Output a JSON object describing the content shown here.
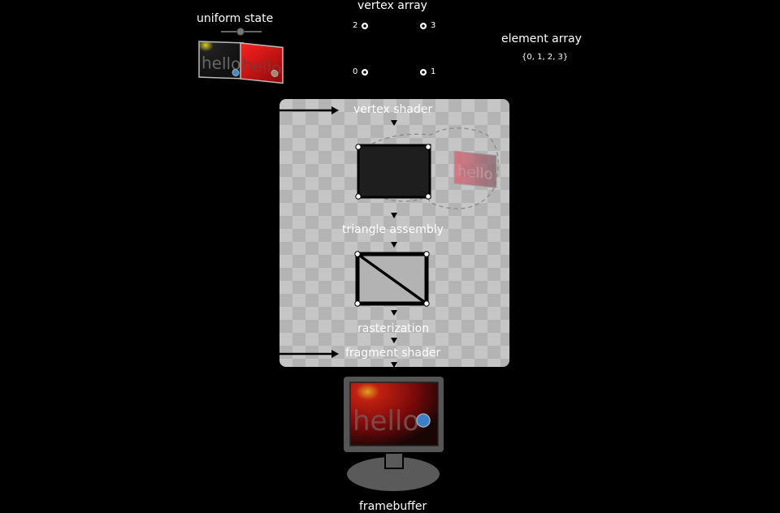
{
  "labels": {
    "uniform_state": "uniform state",
    "vertex_array": "vertex array",
    "element_array": "element array",
    "element_array_values": "{0, 1, 2, 3}",
    "vertex_shader": "vertex shader",
    "triangle_assembly": "triangle assembly",
    "rasterization": "rasterization",
    "fragment_shader": "fragment shader",
    "framebuffer": "framebuffer"
  },
  "vertex_indices": [
    "2",
    "3",
    "0",
    "1"
  ],
  "textures": {
    "texture_text": "hello",
    "monitor_text": "hello"
  },
  "colors": {
    "background": "#000000",
    "pipeline_panel": "#b8b8b8",
    "checker_light": "#c8c8c8",
    "checker_dark": "#a8a8a8",
    "text": "#ffffff",
    "shader_quad": "#1e1e1e",
    "triangle_fill": "#b0b0b0",
    "texture_red": "#cc1818",
    "monitor_bezel": "#555555"
  }
}
